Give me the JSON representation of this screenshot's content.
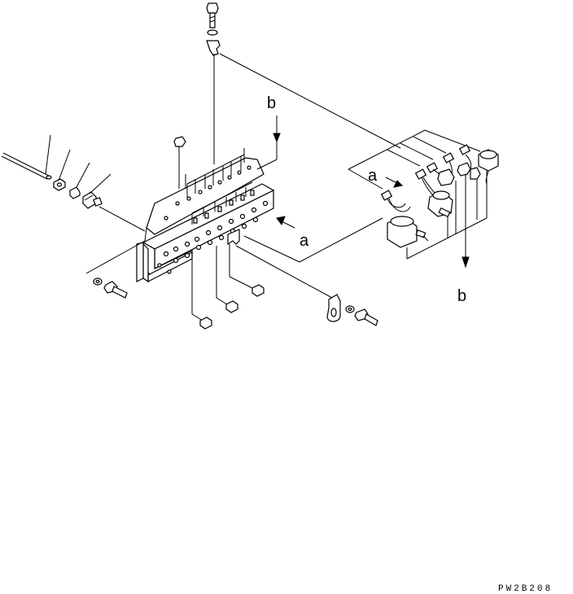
{
  "labels": {
    "a_upper": "a",
    "a_lower": "a",
    "b_upper": "b",
    "b_lower": "b"
  },
  "figure_code": "PW2B208"
}
